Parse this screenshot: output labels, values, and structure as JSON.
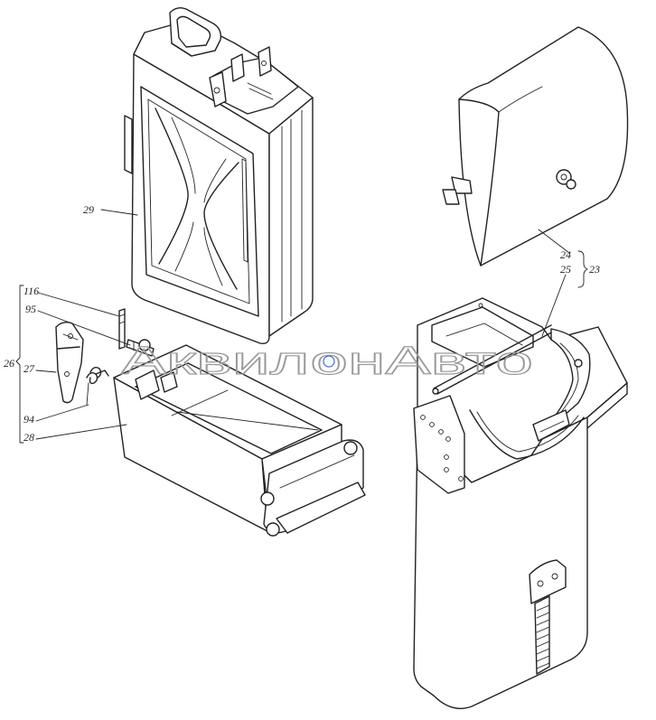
{
  "watermark": "АквилонАвто",
  "callouts": {
    "c29": "29",
    "c24": "24",
    "c25": "25",
    "c23": "23",
    "c116": "116",
    "c95": "95",
    "c26": "26",
    "c27": "27",
    "c94": "94",
    "c28": "28"
  },
  "colors": {
    "line": "#222222",
    "watermark": "#9a9a9a",
    "watermark_accent": "#3b6fd6"
  }
}
